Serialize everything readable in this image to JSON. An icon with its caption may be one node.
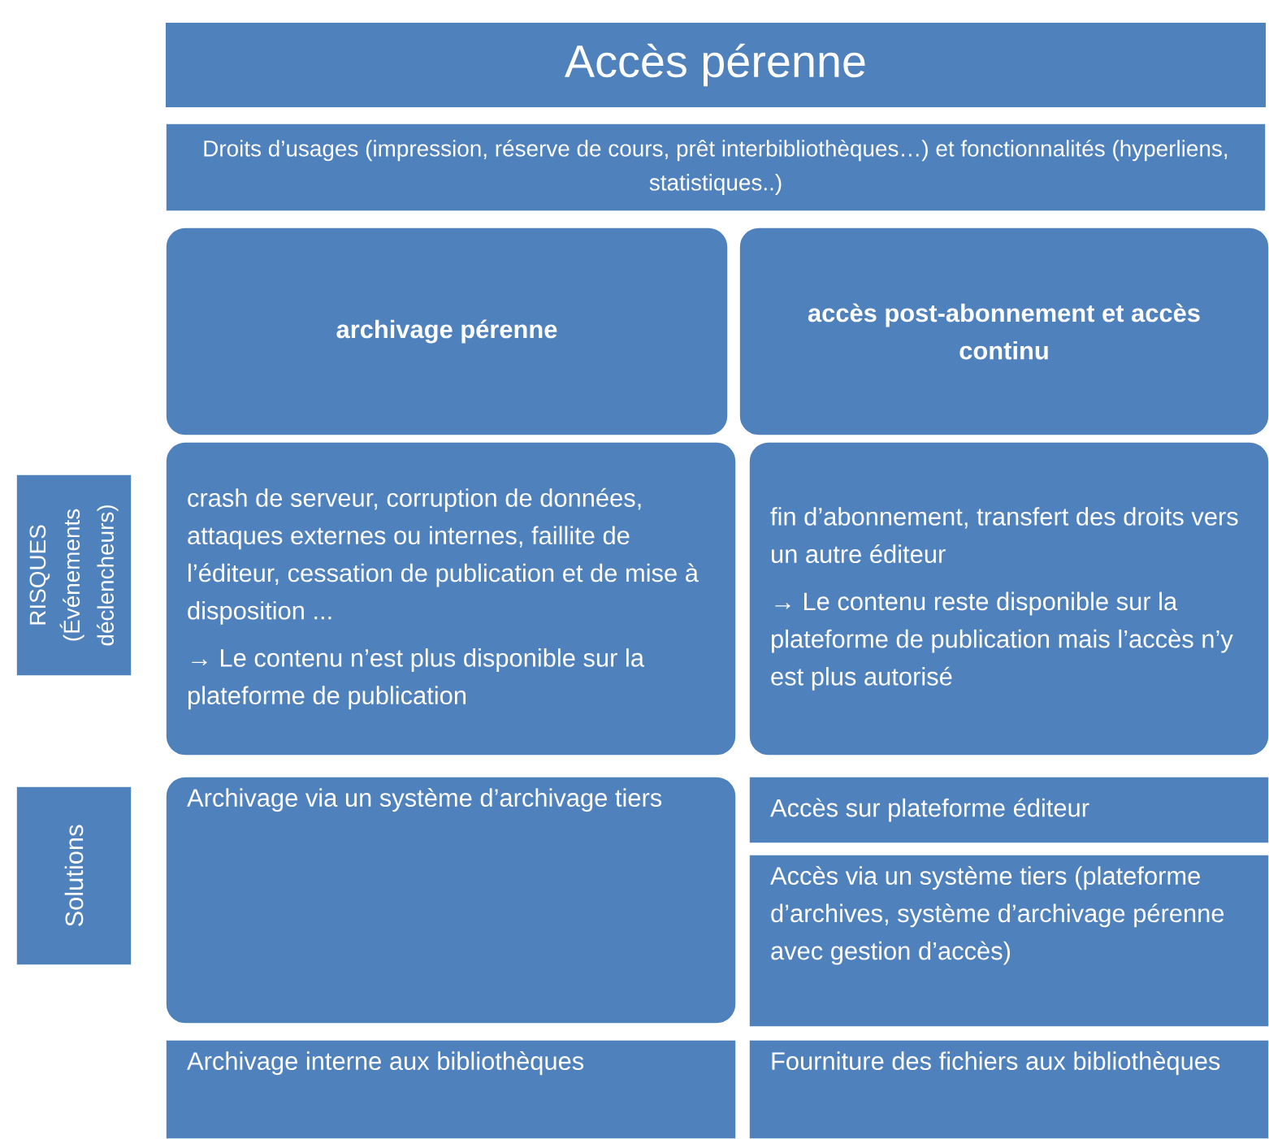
{
  "diagram": {
    "title": "Accès pérenne",
    "nodes": [
      {
        "text": [
          "Droits d’usages (impression, réserve de cours, prêt interbibliothèques…) et fonctionnalités (hyperliens, statistiques..)"
        ]
      },
      {
        "text": [
          "archivage pérenne"
        ]
      },
      {
        "text": [
          "accès post-abonnement et accès continu"
        ]
      },
      {
        "text": [
          "RISQUES (Événements déclencheurs)"
        ]
      },
      {
        "text": [
          "crash de serveur, corruption de données, attaques externes ou internes, faillite de l’éditeur, cessation de publication et de mise à disposition ...",
          "→ Le contenu n’est plus disponible sur la plateforme de publication"
        ]
      },
      {
        "text": [
          "fin d’abonnement, transfert des droits vers un autre éditeur",
          "→ Le contenu reste disponible sur la plateforme de publication mais l’accès n’y est plus autorisé"
        ]
      },
      {
        "text": [
          "Solutions"
        ]
      },
      {
        "text": [
          "Archivage via un système d’archivage tiers"
        ]
      },
      {
        "text": [
          "Accès sur plateforme éditeur"
        ]
      },
      {
        "text": [
          "Accès via un système tiers (plateforme d’archives, système d’archivage pérenne avec gestion d’accès)"
        ]
      },
      {
        "text": [
          "Archivage interne aux bibliothèques"
        ]
      },
      {
        "text": [
          "Fourniture des fichiers aux bibliothèques"
        ]
      }
    ],
    "edges": []
  }
}
